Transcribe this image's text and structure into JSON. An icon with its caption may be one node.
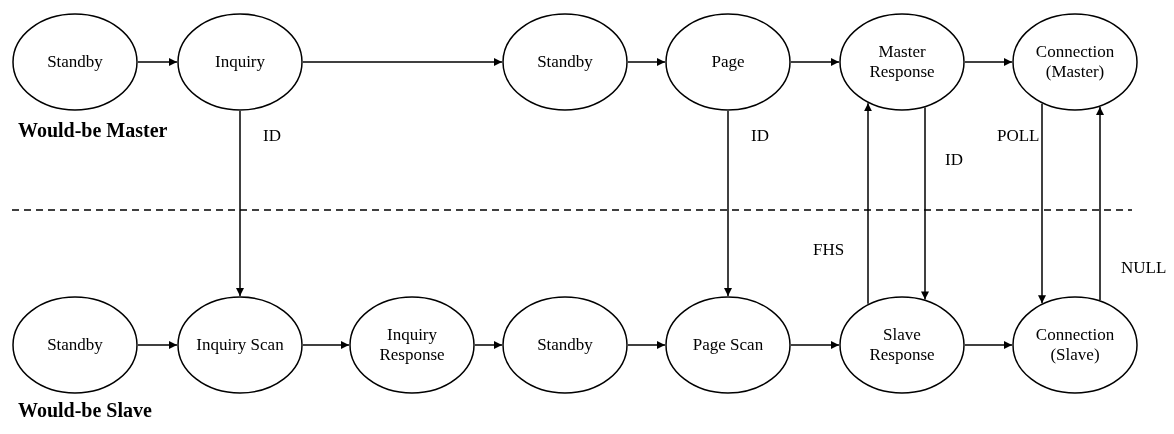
{
  "diagram": {
    "nodes": [
      {
        "text": [
          "Standby"
        ]
      },
      {
        "text": [
          "Inquiry"
        ]
      },
      {
        "text": [
          "Standby"
        ]
      },
      {
        "text": [
          "Page"
        ]
      },
      {
        "text": [
          "Master Response"
        ]
      },
      {
        "text": [
          "Connection (Master)"
        ]
      },
      {
        "text": [
          "Standby"
        ]
      },
      {
        "text": [
          "Inquiry Scan"
        ]
      },
      {
        "text": [
          "Inquiry Response"
        ]
      },
      {
        "text": [
          "Standby"
        ]
      },
      {
        "text": [
          "Page Scan"
        ]
      },
      {
        "text": [
          "Slave Response"
        ]
      },
      {
        "text": [
          "Connection (Slave)"
        ]
      }
    ],
    "edges": [
      {
        "from": 0,
        "to": 1,
        "arrow": "to"
      },
      {
        "from": 1,
        "to": 2,
        "arrow": "to"
      },
      {
        "from": 2,
        "to": 3,
        "arrow": "to"
      },
      {
        "from": 3,
        "to": 4,
        "arrow": "to"
      },
      {
        "from": 4,
        "to": 5,
        "arrow": "to"
      },
      {
        "from": 6,
        "to": 7,
        "arrow": "to"
      },
      {
        "from": 7,
        "to": 8,
        "arrow": "to"
      },
      {
        "from": 8,
        "to": 9,
        "arrow": "to"
      },
      {
        "from": 9,
        "to": 10,
        "arrow": "to"
      },
      {
        "from": 10,
        "to": 11,
        "arrow": "to"
      },
      {
        "from": 11,
        "to": 12,
        "arrow": "to"
      },
      {
        "from": 1,
        "to": 7,
        "arrow": "to",
        "label": "ID"
      },
      {
        "from": 3,
        "to": 10,
        "arrow": "to",
        "label": "ID"
      },
      {
        "from": 11,
        "to": 4,
        "arrow": "to",
        "label": "FHS"
      },
      {
        "from": 4,
        "to": 11,
        "arrow": "to",
        "label": "ID"
      },
      {
        "from": 5,
        "to": 12,
        "arrow": "to",
        "label": "POLL"
      },
      {
        "from": 12,
        "to": 5,
        "arrow": "to",
        "label": "NULL"
      }
    ],
    "labels": [
      "Would-be Master",
      "Would-be Slave"
    ]
  }
}
